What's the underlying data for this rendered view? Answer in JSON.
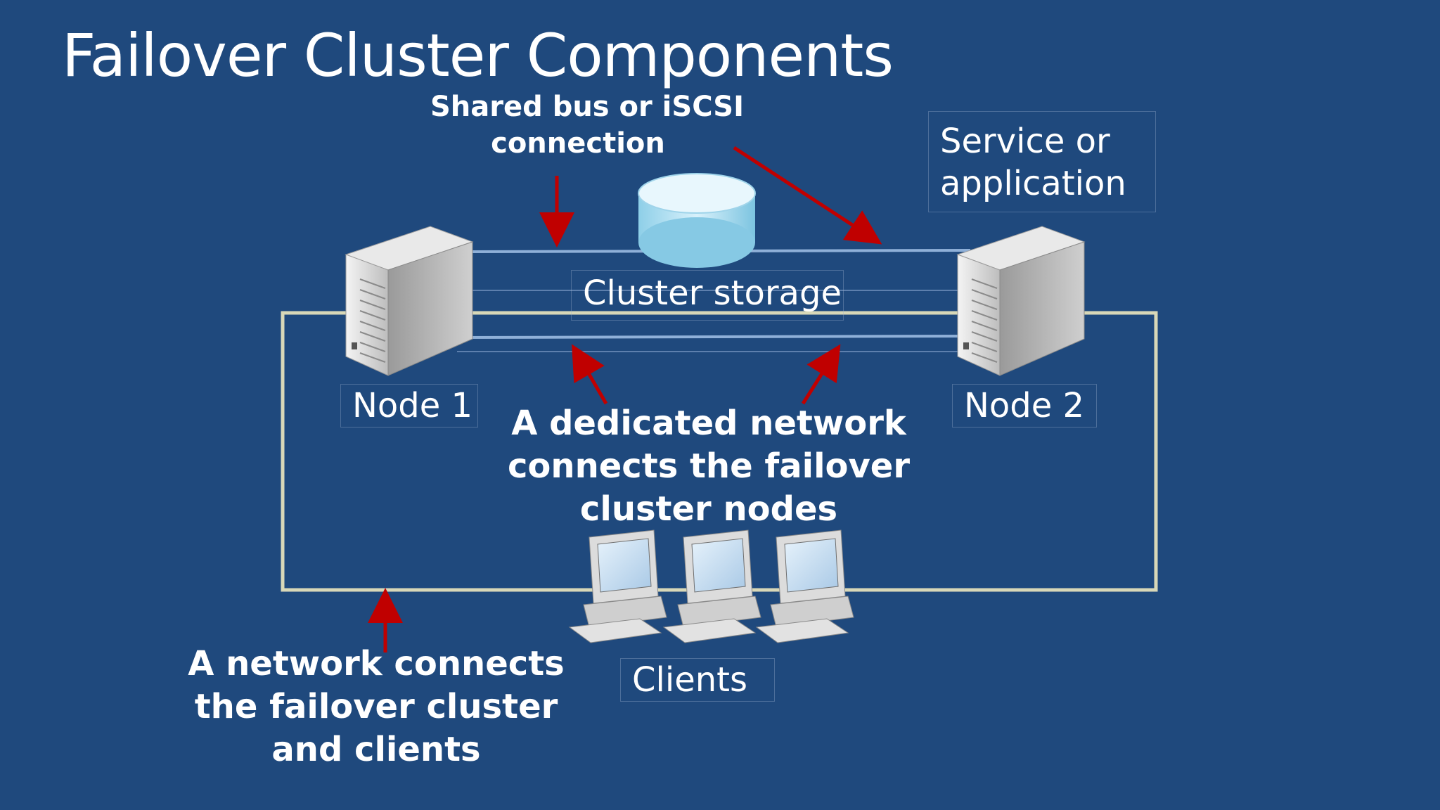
{
  "title": "Failover Cluster Components",
  "labels": {
    "shared_bus": [
      "Shared bus or iSCSI",
      "connection"
    ],
    "service": [
      "Service or",
      "application"
    ],
    "cluster_storage": "Cluster storage",
    "node1": "Node 1",
    "node2": "Node 2",
    "dedicated_network": [
      "A dedicated network",
      "connects the failover",
      "cluster nodes"
    ],
    "clients": "Clients",
    "client_network": [
      "A network connects",
      "the failover cluster",
      "and clients"
    ]
  },
  "colors": {
    "background": "#1f497d",
    "arrow": "#c00000",
    "network_loop": "#d8d8b8",
    "link_line": "#8fb0d8"
  }
}
